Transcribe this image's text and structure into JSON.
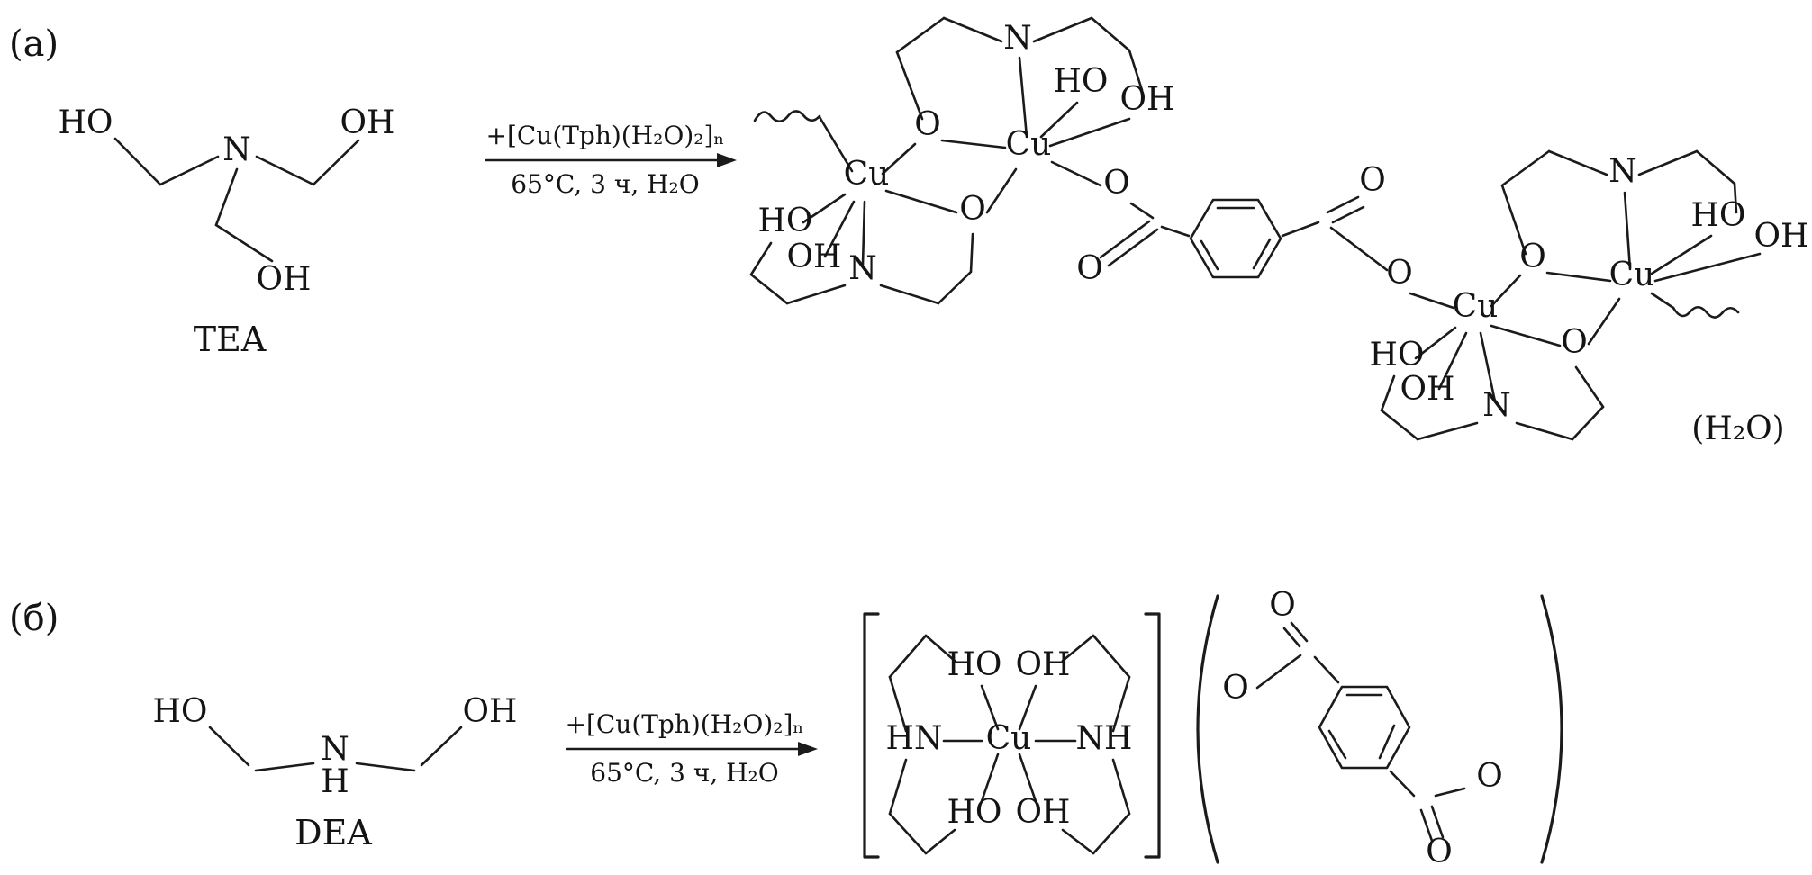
{
  "panel_a": {
    "tag": "(a)",
    "reactant_name": "TEA",
    "byproduct": "(H₂O)"
  },
  "panel_b": {
    "tag": "(б)",
    "reactant_name": "DEA"
  },
  "arrow": {
    "above": "+[Cu(Tph)(H₂O)₂]ₙ",
    "below": "65°C, 3 ч, H₂O"
  },
  "atoms": {
    "cu": "Cu",
    "o": "O",
    "n": "N",
    "h": "H",
    "ho": "HO",
    "oh": "OH",
    "hn": "HN",
    "nh": "NH"
  }
}
